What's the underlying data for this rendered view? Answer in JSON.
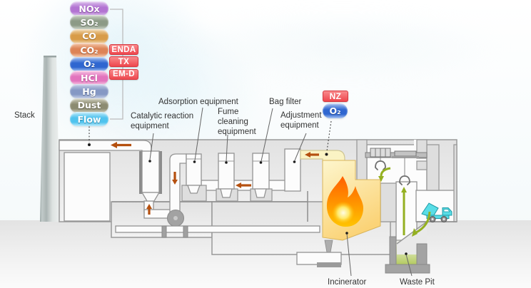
{
  "palette": {
    "rust": "#b5500f",
    "green": "#94b021",
    "badge-red": "#ee474e",
    "badge-light": "#f98a8c",
    "badge-border": "#d63940",
    "truck": "#59dde6",
    "truck-line": "#1f9aa6"
  },
  "stack": {
    "label": "Stack"
  },
  "pollutants": [
    {
      "label": "NOx",
      "color": "#b273d2",
      "light": "#dcc0ec"
    },
    {
      "label": "SO₂",
      "color": "#8c9a86",
      "light": "#ccd4c8"
    },
    {
      "label": "CO",
      "color": "#d89c49",
      "light": "#f0d6ac"
    },
    {
      "label": "CO₂",
      "color": "#dd8356",
      "light": "#f5cdb0"
    },
    {
      "label": "O₂",
      "color": "#2f66d0",
      "light": "#a8c4f2"
    },
    {
      "label": "HCl",
      "color": "#e273bd",
      "light": "#f7c6e4"
    },
    {
      "label": "Hg",
      "color": "#8598c4",
      "light": "#c6d0e8"
    },
    {
      "label": "Dust",
      "color": "#8c8b71",
      "light": "#cfcebc"
    },
    {
      "label": "Flow",
      "color": "#4fc3ee",
      "light": "#c0ecfc"
    }
  ],
  "analyzers": [
    {
      "label": "ENDA"
    },
    {
      "label": "TX"
    },
    {
      "label": "EM-D"
    }
  ],
  "injection": {
    "badge": "NZ",
    "gas": "O₂",
    "gas_color": "#2f66d0",
    "gas_light": "#a8c4f2"
  },
  "equipment": {
    "catalytic": "Catalytic reaction\nequipment",
    "adsorption": "Adsorption equipment",
    "fume": "Fume\ncleaning\nequipment",
    "bag": "Bag filter",
    "adjustment": "Adjustment\nequipment",
    "incinerator": "Incinerator",
    "waste_pit": "Waste Pit"
  }
}
